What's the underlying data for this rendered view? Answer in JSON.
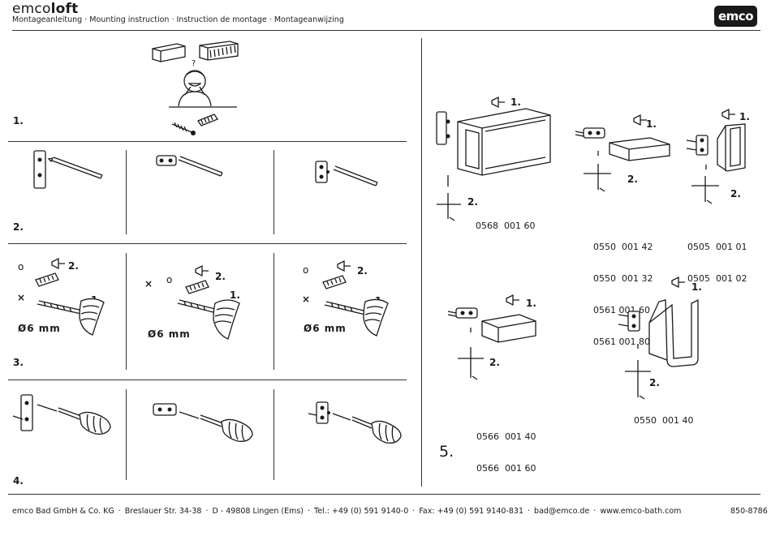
{
  "header": {
    "brand_prefix": "emco",
    "brand_suffix": "loft",
    "subtitle": "Montageanleitung · Mounting instruction · Instruction de montage · Montageanwijzing",
    "logo": "emco"
  },
  "steps": {
    "s1": "1.",
    "s2": "2.",
    "s3": "3.",
    "s4": "4.",
    "s5": "5."
  },
  "step3": {
    "circle": "o",
    "cross": "×",
    "arrow_label_2": "2.",
    "arrow_label_1": "1.",
    "diameter": "Ø6 mm"
  },
  "step5": {
    "label_1": "1.",
    "label_2": "2.",
    "codes": {
      "a": "0568  001 60",
      "b": [
        "0550  001 42",
        "0550  001 32",
        "0561 001 60",
        "0561 001 80"
      ],
      "c": [
        "0505  001 01",
        "0505  001 02"
      ],
      "d": [
        "0566  001 40",
        "0566  001 60"
      ],
      "e": "0550  001 40"
    }
  },
  "footer": {
    "company": "emco Bad GmbH & Co. KG",
    "street": "Breslauer Str. 34-38",
    "city": "D - 49808 Lingen (Ems)",
    "tel": "Tel.: +49 (0) 591 9140-0",
    "fax": "Fax: +49 (0) 591 9140-831",
    "email": "bad@emco.de",
    "web": "www.emco-bath.com",
    "docno": "850-8786"
  }
}
